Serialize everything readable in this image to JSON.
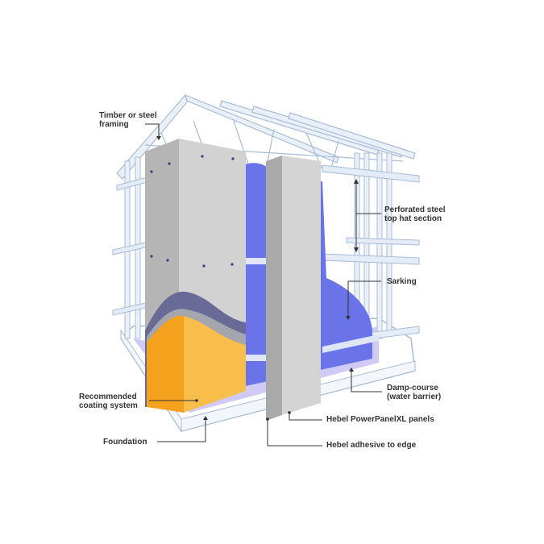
{
  "diagram": {
    "subject": "Hebel PowerPanel wall cladding system on framed building",
    "colors": {
      "background": "#ffffff",
      "framing": "#dde7f3",
      "framing_outline": "#a9bcd6",
      "panel_light": "#d4d4d4",
      "panel_dark": "#b5b5b5",
      "sarking": "#6a73e8",
      "sarking_light": "#b9b4f2",
      "coating_orange": "#f9b43a",
      "coating_orange_dark": "#f4a21e",
      "coating_grey": "#a5a5ad",
      "coating_purple": "#6a6a96",
      "leader_line": "#333333",
      "text": "#333333"
    },
    "labels": [
      {
        "id": "framing",
        "text": "Timber or steel\nframing"
      },
      {
        "id": "top-hat",
        "text": "Perforated steel\ntop hat section"
      },
      {
        "id": "sarking",
        "text": "Sarking"
      },
      {
        "id": "damp-course",
        "text": "Damp-course\n(water barrier)"
      },
      {
        "id": "powerpanel",
        "text": "Hebel PowerPanelXL panels"
      },
      {
        "id": "adhesive",
        "text": "Hebel adhesive to edge"
      },
      {
        "id": "coating",
        "text": "Recommended\ncoating system"
      },
      {
        "id": "foundation",
        "text": "Foundation"
      }
    ]
  }
}
